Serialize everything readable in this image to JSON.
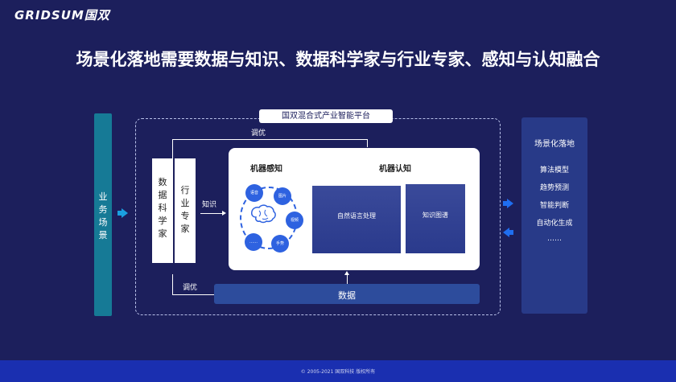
{
  "brand": {
    "logo": "GRIDSUM国双"
  },
  "title": "场景化落地需要数据与知识、数据科学家与行业专家、感知与认知融合",
  "business_scenario": {
    "label_lines": [
      "业",
      "务",
      "场",
      "景"
    ]
  },
  "platform": {
    "label": "国双混合式产业智能平台"
  },
  "experts": {
    "data_scientist": [
      "数",
      "据",
      "科",
      "学",
      "家"
    ],
    "industry_expert": [
      "行",
      "业",
      "专",
      "家"
    ]
  },
  "flows": {
    "tune_top": "调优",
    "knowledge": "知识",
    "tune_bottom": "调优"
  },
  "machine_perception": {
    "title": "机器感知",
    "nodes": [
      "语音",
      "图片",
      "视频",
      "手势",
      "……"
    ]
  },
  "machine_cognition": {
    "title": "机器认知",
    "panels": [
      "自然语言处理",
      "知识图谱"
    ]
  },
  "data_bar": {
    "label": "数据"
  },
  "scenario_landing": {
    "title": "场景化落地",
    "items": [
      "算法模型",
      "趋势预测",
      "智能判断",
      "自动化生成",
      "……"
    ]
  },
  "footer": {
    "copyright": "© 2005-2021 国双科技 版权所有"
  },
  "colors": {
    "background": "#1c1f5c",
    "accent_teal": "#167a96",
    "accent_blue": "#2e62e0",
    "footer": "#1a2fb0"
  }
}
